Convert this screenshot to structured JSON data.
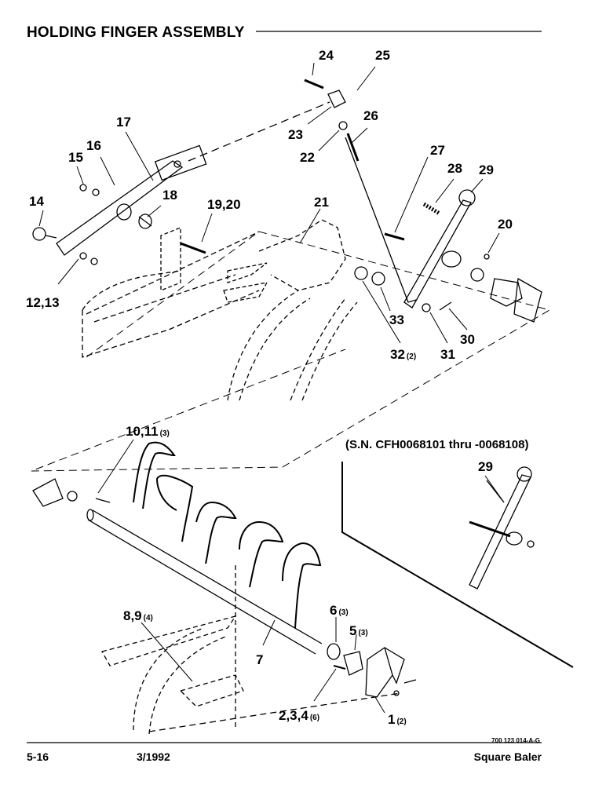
{
  "header": {
    "title": "HOLDING FINGER ASSEMBLY"
  },
  "variant_note": "(S.N. CFH0068101 thru -0068108)",
  "callouts": {
    "c24": "24",
    "c25": "25",
    "c23": "23",
    "c26": "26",
    "c22": "22",
    "c17": "17",
    "c16": "16",
    "c15": "15",
    "c18": "18",
    "c14": "14",
    "c1920": "19,20",
    "c21": "21",
    "c27": "27",
    "c28": "28",
    "c29": "29",
    "c20": "20",
    "c1213": "12,13",
    "c33": "33",
    "c30": "30",
    "c32": "32",
    "c32q": "(2)",
    "c31": "31",
    "c1011": "10,11",
    "c1011q": "(3)",
    "c29b": "29",
    "c89": "8,9",
    "c89q": "(4)",
    "c6": "6",
    "c6q": "(3)",
    "c5": "5",
    "c5q": "(3)",
    "c7": "7",
    "c234": "2,3,4",
    "c234q": "(6)",
    "c1": "1",
    "c1q": "(2)"
  },
  "footer": {
    "page": "5-16",
    "date": "3/1992",
    "product": "Square Baler",
    "drawing_code": "700 123 014-A-G"
  }
}
